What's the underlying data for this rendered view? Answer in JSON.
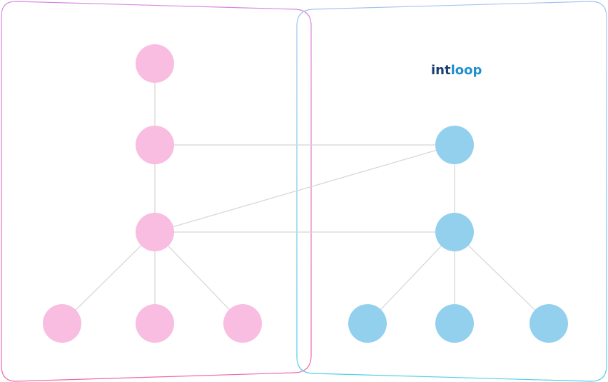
{
  "logo": {
    "part1": "int",
    "part2": "loop",
    "color_part1": "#1a3e6e",
    "color_part2": "#1f8fd0"
  },
  "colors": {
    "left_node": "#f8bde0",
    "right_node": "#93d0ee",
    "edge": "#d5d5d5",
    "left_frame_top": "#d78be0",
    "left_frame_bottom": "#ee6aa8",
    "right_frame_top": "#a9c4ef",
    "right_frame_bottom": "#4fd1e8"
  },
  "nodes": [
    {
      "id": "L1",
      "group": "left"
    },
    {
      "id": "L2",
      "group": "left"
    },
    {
      "id": "L3",
      "group": "left"
    },
    {
      "id": "L4",
      "group": "left"
    },
    {
      "id": "L5",
      "group": "left"
    },
    {
      "id": "L6",
      "group": "left"
    },
    {
      "id": "R1",
      "group": "right"
    },
    {
      "id": "R2",
      "group": "right"
    },
    {
      "id": "R3",
      "group": "right"
    },
    {
      "id": "R4",
      "group": "right"
    },
    {
      "id": "R5",
      "group": "right"
    }
  ],
  "edges": [
    [
      "L1",
      "L2"
    ],
    [
      "L2",
      "L3"
    ],
    [
      "L3",
      "L4"
    ],
    [
      "L3",
      "L5"
    ],
    [
      "L3",
      "L6"
    ],
    [
      "R1",
      "R2"
    ],
    [
      "R2",
      "R3"
    ],
    [
      "R2",
      "R4"
    ],
    [
      "R2",
      "R5"
    ],
    [
      "L2",
      "R1"
    ],
    [
      "L3",
      "R1"
    ],
    [
      "L3",
      "R2"
    ]
  ]
}
